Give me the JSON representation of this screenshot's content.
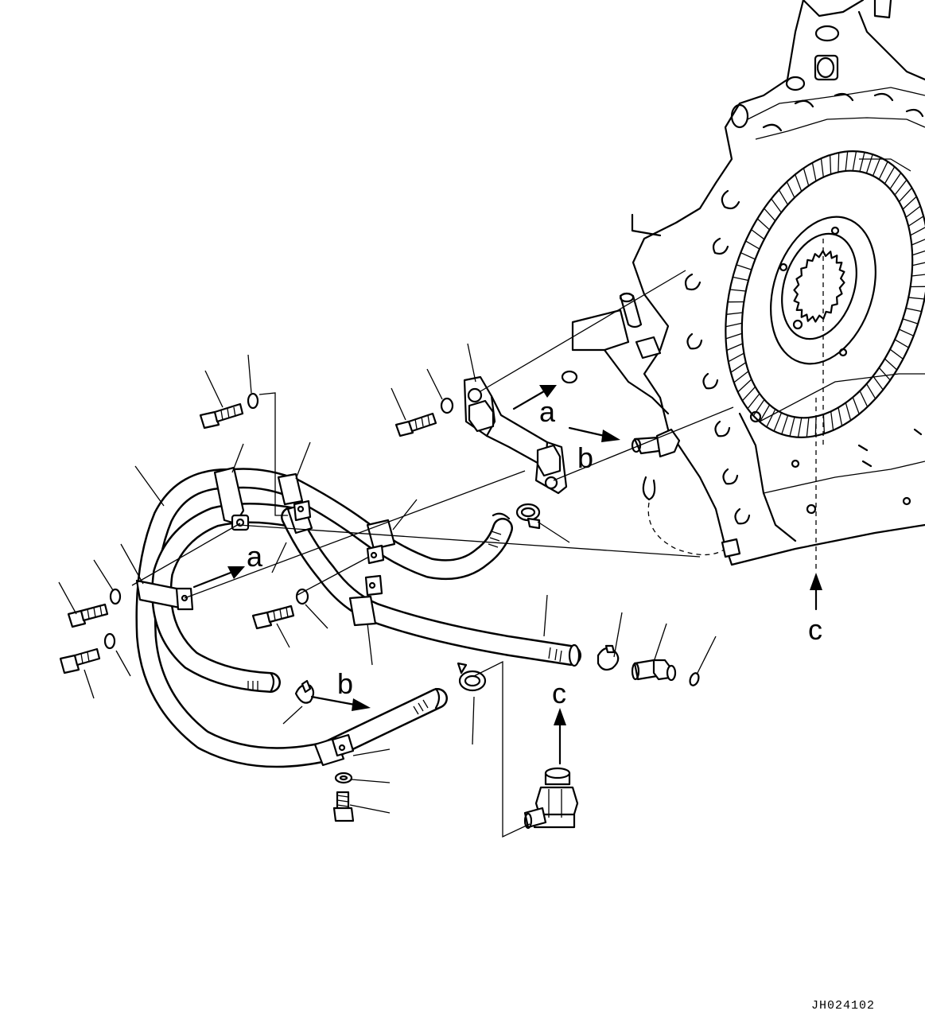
{
  "labels": {
    "a_upper": "a",
    "b_upper": "b",
    "a_lower": "a",
    "b_lower": "b",
    "c_lower": "c",
    "c_right": "c"
  },
  "drawing_code": "JH024102"
}
